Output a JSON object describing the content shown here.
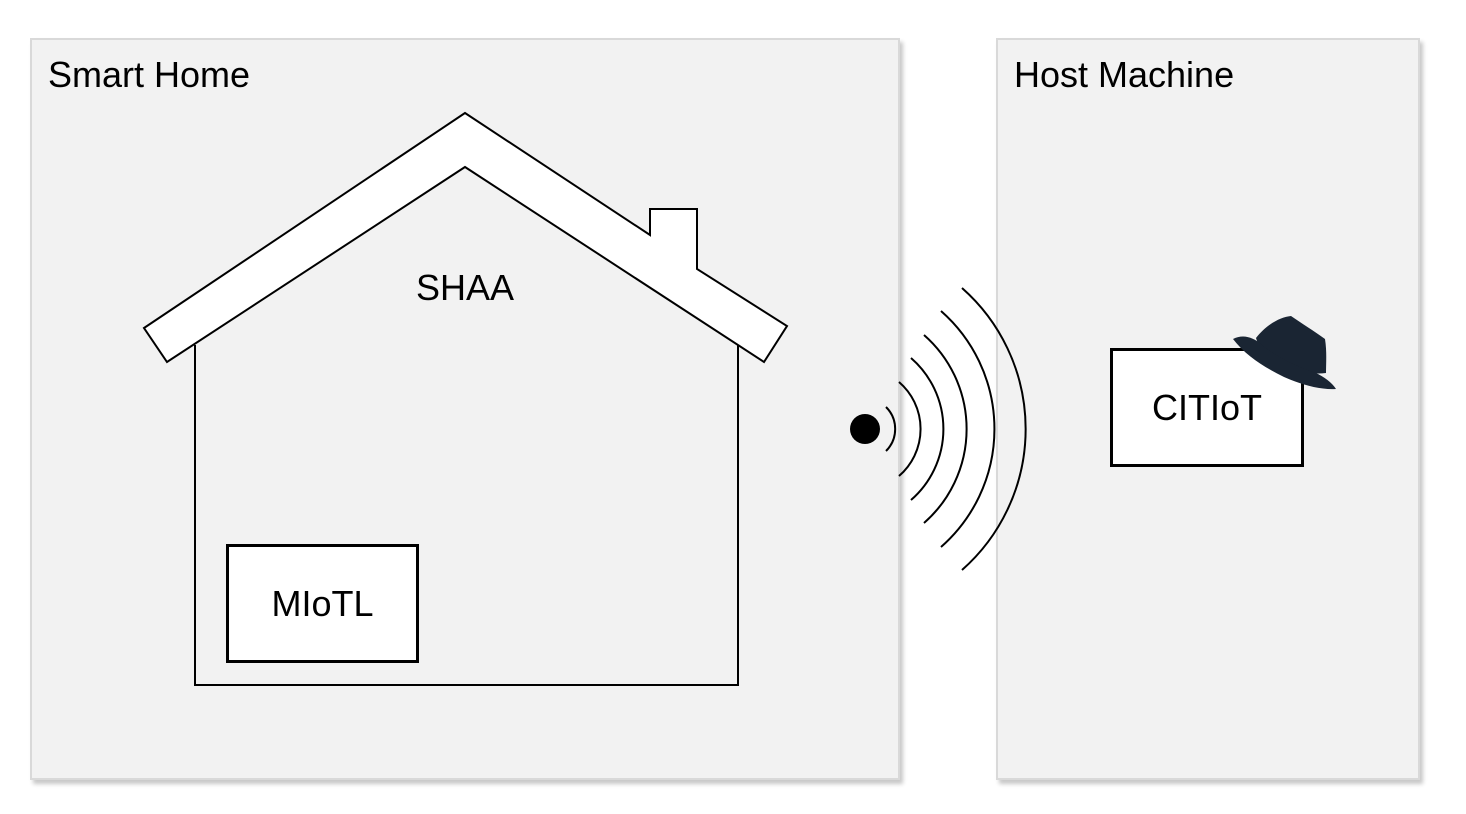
{
  "smart_home": {
    "title": "Smart Home",
    "house_label": "SHAA",
    "device_label": "MIoTL"
  },
  "host_machine": {
    "title": "Host Machine",
    "device_label": "CITIoT"
  },
  "icons": {
    "house": "house-icon",
    "signal": "wireless-signal-icon",
    "hat": "black-hat-icon"
  },
  "colors": {
    "panel_fill": "#f2f2f2",
    "panel_border": "#d9d9d9",
    "line": "#000000",
    "hat": "#1a2533"
  }
}
